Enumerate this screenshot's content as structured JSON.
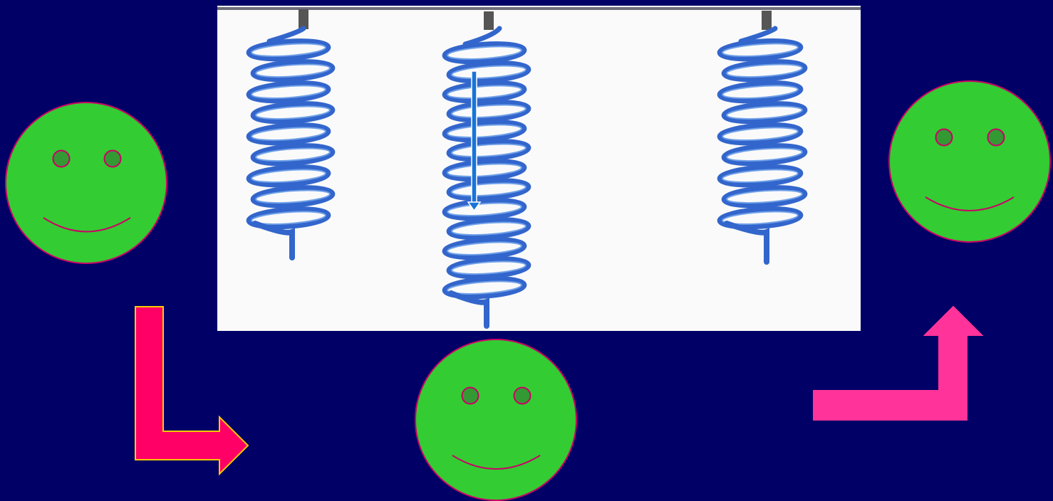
{
  "slide": {
    "background_color": "#000066"
  },
  "illustration": {
    "background_color": "#FAFAFA",
    "support_bar_color": "#6E6E7A",
    "spring_color": "#3366CC",
    "spring_highlight_color": "#6FA0E8",
    "hook_color": "#555555",
    "displacement_arrow_color": "#1874D8",
    "springs": [
      {
        "id": "spring-left",
        "state": "equilibrium",
        "coils": 9
      },
      {
        "id": "spring-middle",
        "state": "stretched",
        "coils": 13
      },
      {
        "id": "spring-right",
        "state": "equilibrium",
        "coils": 9
      }
    ]
  },
  "faces": {
    "face_color": "#33CC33",
    "outline_color": "#CC0066",
    "eye_color": "#339933",
    "expression": "smile",
    "items": [
      {
        "id": "face-left"
      },
      {
        "id": "face-bottom"
      },
      {
        "id": "face-right"
      }
    ]
  },
  "arrows": {
    "items": [
      {
        "id": "arrow-down-right",
        "icon": "corner-down-right-arrow-icon",
        "fill": "#FF0066",
        "stroke": "#FFCC00"
      },
      {
        "id": "arrow-right-up",
        "icon": "corner-right-up-arrow-icon",
        "fill": "#FF3399",
        "stroke": "#FF3399"
      }
    ]
  }
}
